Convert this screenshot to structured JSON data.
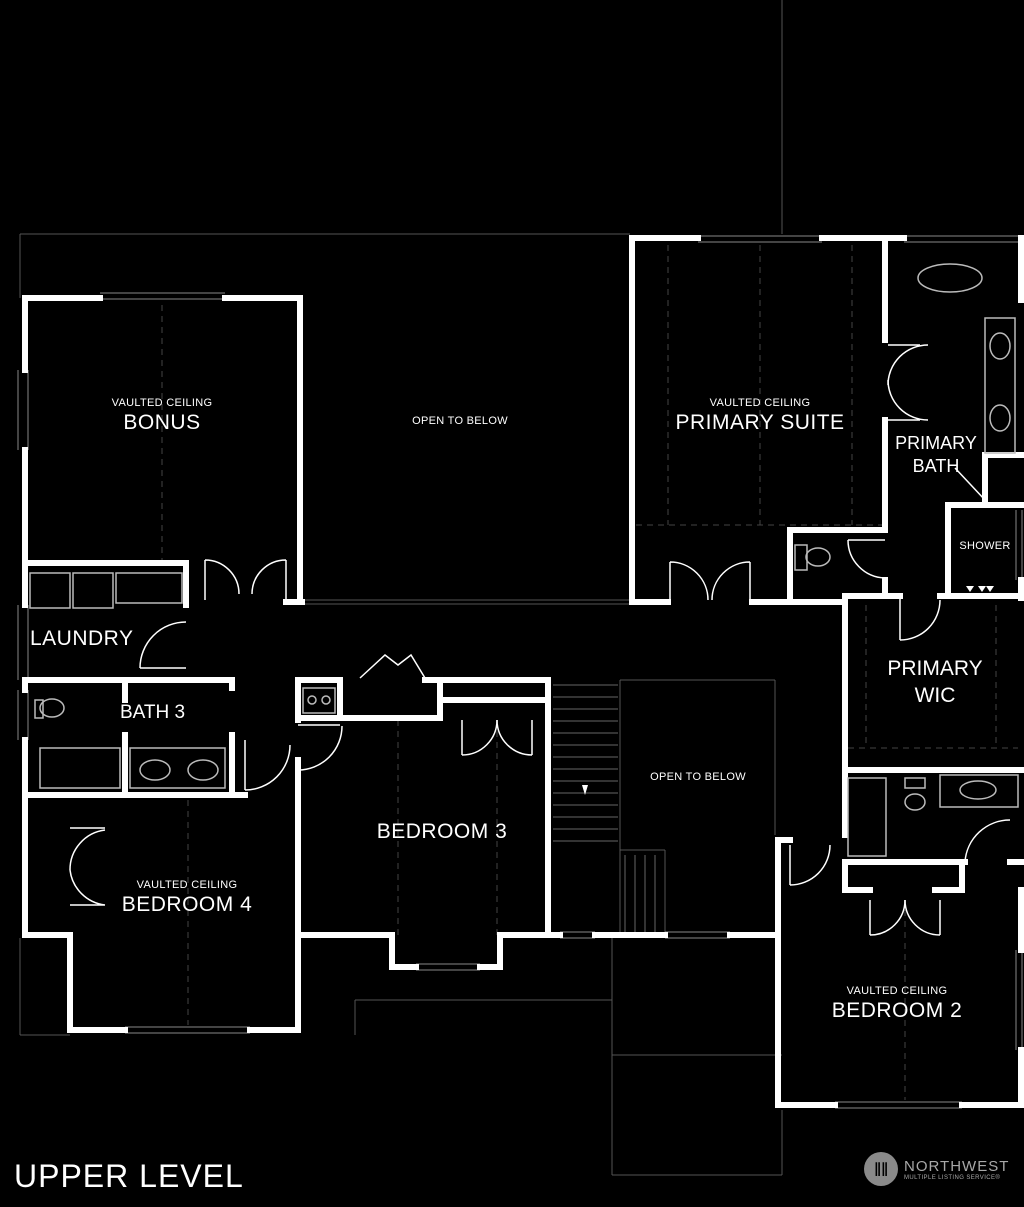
{
  "level_title": "UPPER LEVEL",
  "rooms": {
    "bonus": {
      "note": "VAULTED CEILING",
      "name": "BONUS"
    },
    "open_below_1": "OPEN TO BELOW",
    "primary_suite": {
      "note": "VAULTED CEILING",
      "name": "PRIMARY SUITE"
    },
    "primary_bath": {
      "line1": "PRIMARY",
      "line2": "BATH"
    },
    "shower": "SHOWER",
    "laundry": "LAUNDRY",
    "bath3": "BATH 3",
    "primary_wic": {
      "line1": "PRIMARY",
      "line2": "WIC"
    },
    "open_below_2": "OPEN TO BELOW",
    "bedroom3": "BEDROOM 3",
    "bedroom4": {
      "note": "VAULTED CEILING",
      "name": "BEDROOM 4"
    },
    "bedroom2": {
      "note": "VAULTED CEILING",
      "name": "BEDROOM 2"
    }
  },
  "logo": {
    "name": "NORTHWEST",
    "tagline": "MULTIPLE LISTING SERVICE®"
  }
}
